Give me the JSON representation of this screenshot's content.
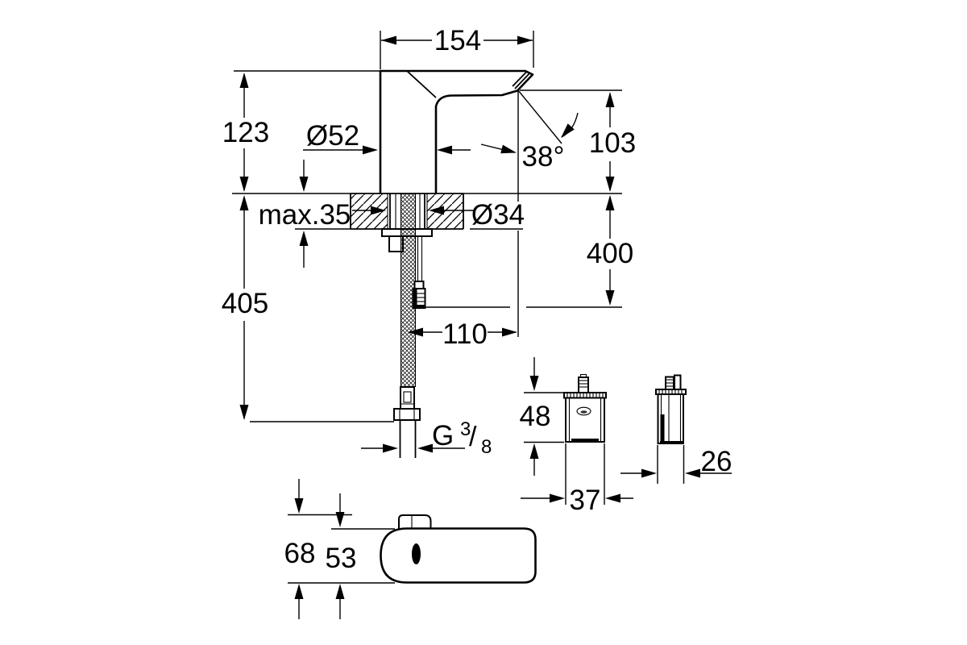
{
  "drawing": {
    "type": "technical-dimension-drawing",
    "product": "deck-mounted infrared basin faucet with control box",
    "colors": {
      "line": "#000000",
      "background": "#ffffff"
    },
    "icons": {
      "logo": "grohe-oval-logo"
    },
    "labels": {
      "spout_width": "154",
      "body_height": "123",
      "body_diameter": "Ø52",
      "spout_angle": "38°",
      "outlet_height": "103",
      "deck_thickness": "max.35",
      "hole_diameter": "Ø34",
      "cable_length": "400",
      "hose_length": "405",
      "spout_reach": "110",
      "thread": {
        "prefix": "G",
        "sup": "3",
        "slash": "/",
        "sub": "8"
      },
      "box_height": "48",
      "box_width": "37",
      "box_depth": "26",
      "base_overall": "68",
      "base_body": "53"
    }
  }
}
